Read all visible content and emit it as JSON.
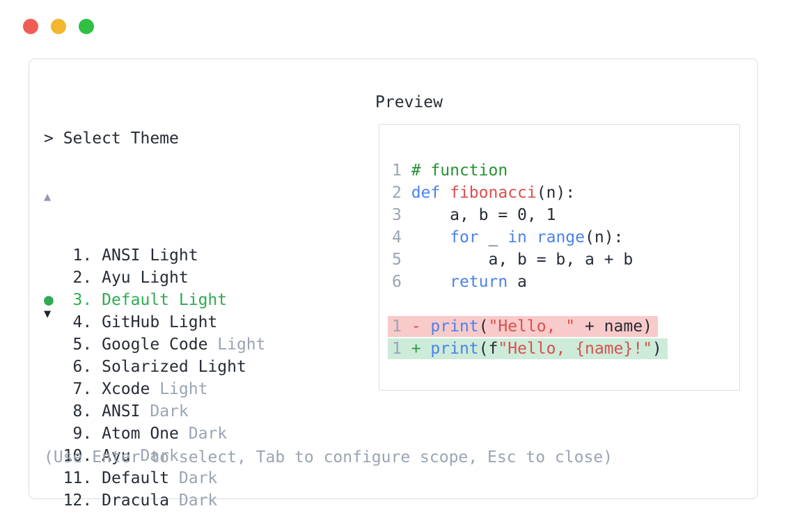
{
  "window": {
    "traffic_lights": [
      "close",
      "minimize",
      "zoom"
    ]
  },
  "colors": {
    "dark": "#262c35",
    "muted": "#9aa4b4",
    "select-green": "#2faa52",
    "comment": "#259332",
    "keyword": "#4b82eb",
    "string-red": "#d9504e",
    "del-marker": "#d14b50",
    "add-marker": "#2e9e47",
    "del-bg": "#f9caca",
    "add-bg": "#cdebd9",
    "border": "#d9dde4",
    "tl-red": "#f05c54",
    "tl-yellow": "#f2b62f",
    "tl-green": "#2fc044",
    "arrow-up": "#8f9aad",
    "arrow-down": "#20252e"
  },
  "selector": {
    "prompt": "> Select Theme",
    "scroll_up_icon": "▲",
    "scroll_down_icon": "▼",
    "selected_marker": "●",
    "items": [
      {
        "number": 1,
        "name": "ANSI",
        "variant": "Light",
        "variant_muted": false,
        "selected": false
      },
      {
        "number": 2,
        "name": "Ayu",
        "variant": "Light",
        "variant_muted": false,
        "selected": false
      },
      {
        "number": 3,
        "name": "Default",
        "variant": "Light",
        "variant_muted": false,
        "selected": true
      },
      {
        "number": 4,
        "name": "GitHub",
        "variant": "Light",
        "variant_muted": false,
        "selected": false
      },
      {
        "number": 5,
        "name": "Google Code",
        "variant": "Light",
        "variant_muted": true,
        "selected": false
      },
      {
        "number": 6,
        "name": "Solarized",
        "variant": "Light",
        "variant_muted": false,
        "selected": false
      },
      {
        "number": 7,
        "name": "Xcode",
        "variant": "Light",
        "variant_muted": true,
        "selected": false
      },
      {
        "number": 8,
        "name": "ANSI",
        "variant": "Dark",
        "variant_muted": true,
        "selected": false
      },
      {
        "number": 9,
        "name": "Atom One",
        "variant": "Dark",
        "variant_muted": true,
        "selected": false
      },
      {
        "number": 10,
        "name": "Ayu",
        "variant": "Dark",
        "variant_muted": true,
        "selected": false
      },
      {
        "number": 11,
        "name": "Default",
        "variant": "Dark",
        "variant_muted": true,
        "selected": false
      },
      {
        "number": 12,
        "name": "Dracula",
        "variant": "Dark",
        "variant_muted": true,
        "selected": false
      }
    ],
    "footer": "(Use Enter to select, Tab to configure scope, Esc to close)"
  },
  "preview": {
    "title": "Preview",
    "lines": [
      {
        "num": "1",
        "tokens": [
          {
            "t": "# function",
            "c": "comment"
          }
        ]
      },
      {
        "num": "2",
        "tokens": [
          {
            "t": "def",
            "c": "kw"
          },
          {
            "t": " ",
            "c": "plain"
          },
          {
            "t": "fibonacci",
            "c": "fn"
          },
          {
            "t": "(n):",
            "c": "plain"
          }
        ]
      },
      {
        "num": "3",
        "tokens": [
          {
            "t": "    a, b = 0, 1",
            "c": "plain"
          }
        ]
      },
      {
        "num": "4",
        "tokens": [
          {
            "t": "    ",
            "c": "plain"
          },
          {
            "t": "for",
            "c": "kw"
          },
          {
            "t": " _ ",
            "c": "plain"
          },
          {
            "t": "in",
            "c": "kw"
          },
          {
            "t": " ",
            "c": "plain"
          },
          {
            "t": "range",
            "c": "kw"
          },
          {
            "t": "(n):",
            "c": "plain"
          }
        ]
      },
      {
        "num": "5",
        "tokens": [
          {
            "t": "        a, b = b, a + b",
            "c": "plain"
          }
        ]
      },
      {
        "num": "6",
        "tokens": [
          {
            "t": "    ",
            "c": "plain"
          },
          {
            "t": "return",
            "c": "kw"
          },
          {
            "t": " a",
            "c": "plain"
          }
        ]
      },
      {
        "num": "",
        "tokens": []
      },
      {
        "num": "1",
        "diff": "del",
        "tokens": [
          {
            "t": "- ",
            "c": "del"
          },
          {
            "t": "print",
            "c": "kw"
          },
          {
            "t": "(",
            "c": "plain"
          },
          {
            "t": "\"Hello, \"",
            "c": "str"
          },
          {
            "t": " + name)",
            "c": "plain"
          }
        ]
      },
      {
        "num": "1",
        "diff": "add",
        "tokens": [
          {
            "t": "+ ",
            "c": "add"
          },
          {
            "t": "print",
            "c": "kw"
          },
          {
            "t": "(f",
            "c": "plain"
          },
          {
            "t": "\"Hello, {name}!\"",
            "c": "str"
          },
          {
            "t": ")",
            "c": "plain"
          }
        ]
      }
    ]
  }
}
